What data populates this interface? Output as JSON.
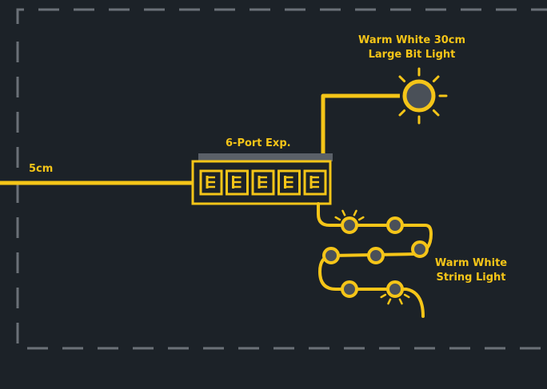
{
  "labels": {
    "cable_length": "5cm",
    "expander": "6-Port Exp.",
    "bit_light_line1": "Warm White 30cm",
    "bit_light_line2": "Large Bit Light",
    "string_light_line1": "Warm White",
    "string_light_line2": "String Light"
  },
  "colors": {
    "background": "#1c2228",
    "accent": "#f5c518",
    "border_dash": "#6b7178",
    "bulb_center": "#4a5058",
    "expander_top": "#5a6068"
  },
  "expander": {
    "port_count": 5
  }
}
